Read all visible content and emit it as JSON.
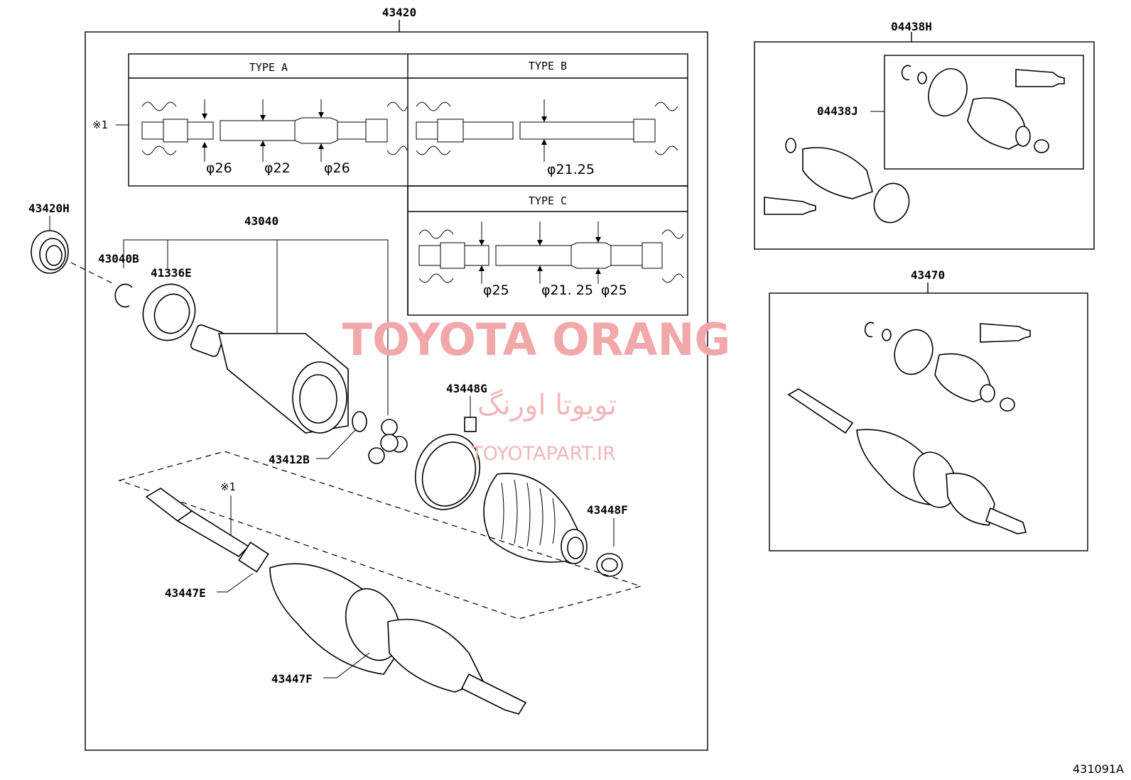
{
  "labels": {
    "main_assembly": "43420",
    "bearing": "43420H",
    "inboard_joint": "43040",
    "snap_ring": "43040B",
    "seal": "41336E",
    "snap_ring_small": "43412B",
    "boot_clamp": "43448G",
    "boot_clamp_small": "43448F",
    "shaft_clamp_a": "43447E",
    "shaft_clamp_b": "43447F",
    "boot_kit_outer": "04438H",
    "boot_kit_inner": "04438J",
    "outboard_assembly": "43470",
    "ref_note": "※1",
    "ref_note_shaft": "※1",
    "diagram_id": "431091A"
  },
  "types": {
    "a": {
      "title": "TYPE  A",
      "dims": [
        "φ26",
        "φ22",
        "φ26"
      ]
    },
    "b": {
      "title": "TYPE  B",
      "dims": [
        "φ21.25"
      ]
    },
    "c": {
      "title": "TYPE  C",
      "dims": [
        "φ25",
        "φ21. 25",
        "φ25"
      ]
    }
  },
  "watermark": {
    "latin": "TOYOTA ORANG",
    "persian": "تویوتا اورنگ",
    "site": "TOYOTAPART.IR",
    "color": "#f2a7a9"
  }
}
